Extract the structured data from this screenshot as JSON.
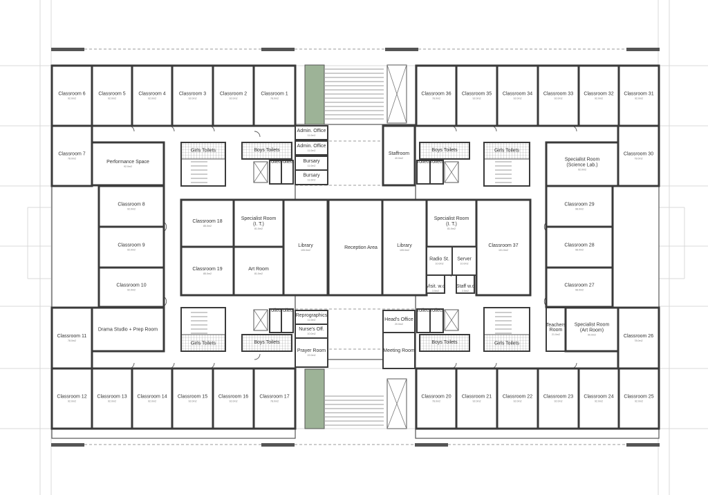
{
  "rooms": [
    {
      "id": "classroom-6",
      "label": "Classroom 6",
      "area": "92.0m2"
    },
    {
      "id": "classroom-5",
      "label": "Classroom 5",
      "area": "92.0m2"
    },
    {
      "id": "classroom-4",
      "label": "Classroom 4",
      "area": "92.0m2"
    },
    {
      "id": "classroom-3",
      "label": "Classroom 3",
      "area": "92.0m2"
    },
    {
      "id": "classroom-2",
      "label": "Classroom 2",
      "area": "92.0m2"
    },
    {
      "id": "classroom-1",
      "label": "Classroom 1",
      "area": "78.0m2"
    },
    {
      "id": "classroom-7",
      "label": "Classroom 7",
      "area": "78.0m2"
    },
    {
      "id": "performance-space",
      "label": "Performance Space",
      "area": "92.0m2"
    },
    {
      "id": "classroom-8",
      "label": "Classroom 8",
      "area": "92.0m2"
    },
    {
      "id": "classroom-9",
      "label": "Classroom 9",
      "area": "92.0m2"
    },
    {
      "id": "classroom-10",
      "label": "Classroom 10",
      "area": "92.0m2"
    },
    {
      "id": "classroom-11",
      "label": "Classroom 11",
      "area": "78.0m2"
    },
    {
      "id": "drama-studio",
      "label": "Drama Studio + Prep Room",
      "area": ""
    },
    {
      "id": "classroom-12",
      "label": "Classroom 12",
      "area": "92.0m2"
    },
    {
      "id": "classroom-13",
      "label": "Classroom 13",
      "area": "92.0m2"
    },
    {
      "id": "classroom-14",
      "label": "Classroom 14",
      "area": "92.0m2"
    },
    {
      "id": "classroom-15",
      "label": "Classroom 15",
      "area": "92.0m2"
    },
    {
      "id": "classroom-16",
      "label": "Classroom 16",
      "area": "92.0m2"
    },
    {
      "id": "classroom-17",
      "label": "Classroom 17",
      "area": "78.0m2"
    },
    {
      "id": "classroom-18",
      "label": "Classroom 18",
      "area": "85.0m2"
    },
    {
      "id": "specialist-it-left",
      "label": "Specialist Room\n(I. T.)",
      "area": "81.0m2"
    },
    {
      "id": "classroom-19",
      "label": "Classroom 19",
      "area": "85.0m2"
    },
    {
      "id": "art-room",
      "label": "Art Room",
      "area": "81.0m2"
    },
    {
      "id": "library-left",
      "label": "Library",
      "area": "105.0m2"
    },
    {
      "id": "reception-area",
      "label": "Reception Area",
      "area": ""
    },
    {
      "id": "library-right",
      "label": "Library",
      "area": "105.0m2"
    },
    {
      "id": "specialist-it-right",
      "label": "Specialist Room\n(I. T.)",
      "area": "81.0m2"
    },
    {
      "id": "classroom-37",
      "label": "Classroom 37",
      "area": "101.0m2"
    },
    {
      "id": "radio-st",
      "label": "Radio St.",
      "area": "10.0m2"
    },
    {
      "id": "server",
      "label": "Server",
      "area": "10.0m2"
    },
    {
      "id": "visit-wc",
      "label": "Visit. w.c",
      "area": "3.5m2"
    },
    {
      "id": "staff-wc",
      "label": "Staff w.c",
      "area": "3.5m2"
    },
    {
      "id": "admin-office-1",
      "label": "Admin. Office",
      "area": "11.0m2"
    },
    {
      "id": "admin-office-2",
      "label": "Admin. Office",
      "area": "11.0m2"
    },
    {
      "id": "bursary-1",
      "label": "Bursary",
      "area": "11.0m2"
    },
    {
      "id": "bursary-2",
      "label": "Bursary",
      "area": "11.0m2"
    },
    {
      "id": "reprographics",
      "label": "Reprographics",
      "area": "11.0m2"
    },
    {
      "id": "nurses-off",
      "label": "Nurse's Off.",
      "area": "10.0m2"
    },
    {
      "id": "prayer-room",
      "label": "Prayer Room",
      "area": "22.0m2"
    },
    {
      "id": "staffroom",
      "label": "Staffroom",
      "area": "40.0m2"
    },
    {
      "id": "heads-office",
      "label": "Head's Office",
      "area": "20.0m2"
    },
    {
      "id": "meeting-room",
      "label": "Meeting Room",
      "area": ""
    },
    {
      "id": "classroom-36",
      "label": "Classroom 36",
      "area": "78.0m2"
    },
    {
      "id": "classroom-35",
      "label": "Classroom 35",
      "area": "92.0m2"
    },
    {
      "id": "classroom-34",
      "label": "Classroom 34",
      "area": "92.0m2"
    },
    {
      "id": "classroom-33",
      "label": "Classroom 33",
      "area": "92.0m2"
    },
    {
      "id": "classroom-32",
      "label": "Classroom 32",
      "area": "92.0m2"
    },
    {
      "id": "classroom-31",
      "label": "Classroom 31",
      "area": "92.0m2"
    },
    {
      "id": "specialist-science",
      "label": "Specialist Room\n(Science Lab.)",
      "area": "92.0m2"
    },
    {
      "id": "classroom-30",
      "label": "Classroom 30",
      "area": "78.0m2"
    },
    {
      "id": "classroom-29",
      "label": "Classroom 29",
      "area": "98.0m2"
    },
    {
      "id": "classroom-28",
      "label": "Classroom 28",
      "area": "98.0m2"
    },
    {
      "id": "classroom-27",
      "label": "Classroom 27",
      "area": "98.0m2"
    },
    {
      "id": "teachers-room",
      "label": "Teachers\nRoom",
      "area": "21.0m2"
    },
    {
      "id": "specialist-art",
      "label": "Specialist Room\n(Art Room)",
      "area": "90.0m2"
    },
    {
      "id": "classroom-26",
      "label": "Classroom 26",
      "area": "78.0m2"
    },
    {
      "id": "classroom-20",
      "label": "Classroom 20",
      "area": "78.0m2"
    },
    {
      "id": "classroom-21",
      "label": "Classroom 21",
      "area": "92.0m2"
    },
    {
      "id": "classroom-22",
      "label": "Classroom 22",
      "area": "92.0m2"
    },
    {
      "id": "classroom-23",
      "label": "Classroom 23",
      "area": "92.0m2"
    },
    {
      "id": "classroom-24",
      "label": "Classroom 24",
      "area": "92.0m2"
    },
    {
      "id": "classroom-25",
      "label": "Classroom 25",
      "area": "92.0m2"
    },
    {
      "id": "girls-toilets-tl",
      "label": "Girls Toilets",
      "area": ""
    },
    {
      "id": "boys-toilets-tl",
      "label": "Boys Toilets",
      "area": ""
    },
    {
      "id": "toilets-tl-a",
      "label": "Toilets",
      "area": ""
    },
    {
      "id": "toilets-tl-b",
      "label": "Toilets",
      "area": ""
    },
    {
      "id": "girls-toilets-bl",
      "label": "Girls Toilets",
      "area": ""
    },
    {
      "id": "boys-toilets-bl",
      "label": "Boys Toilets",
      "area": ""
    },
    {
      "id": "toilets-bl-a",
      "label": "Toilets",
      "area": ""
    },
    {
      "id": "toilets-bl-b",
      "label": "Toilets",
      "area": ""
    },
    {
      "id": "boys-toilets-tr",
      "label": "Boys Toilets",
      "area": ""
    },
    {
      "id": "girls-toilets-tr",
      "label": "Girls Toilets",
      "area": ""
    },
    {
      "id": "toilets-tr-a",
      "label": "Toilets",
      "area": ""
    },
    {
      "id": "toilets-tr-b",
      "label": "Toilets",
      "area": ""
    },
    {
      "id": "boys-toilets-br",
      "label": "Boys Toilets",
      "area": ""
    },
    {
      "id": "girls-toilets-br",
      "label": "Girls Toilets",
      "area": ""
    },
    {
      "id": "toilets-br-a",
      "label": "Toilets",
      "area": ""
    },
    {
      "id": "toilets-br-b",
      "label": "Toilets",
      "area": ""
    }
  ]
}
